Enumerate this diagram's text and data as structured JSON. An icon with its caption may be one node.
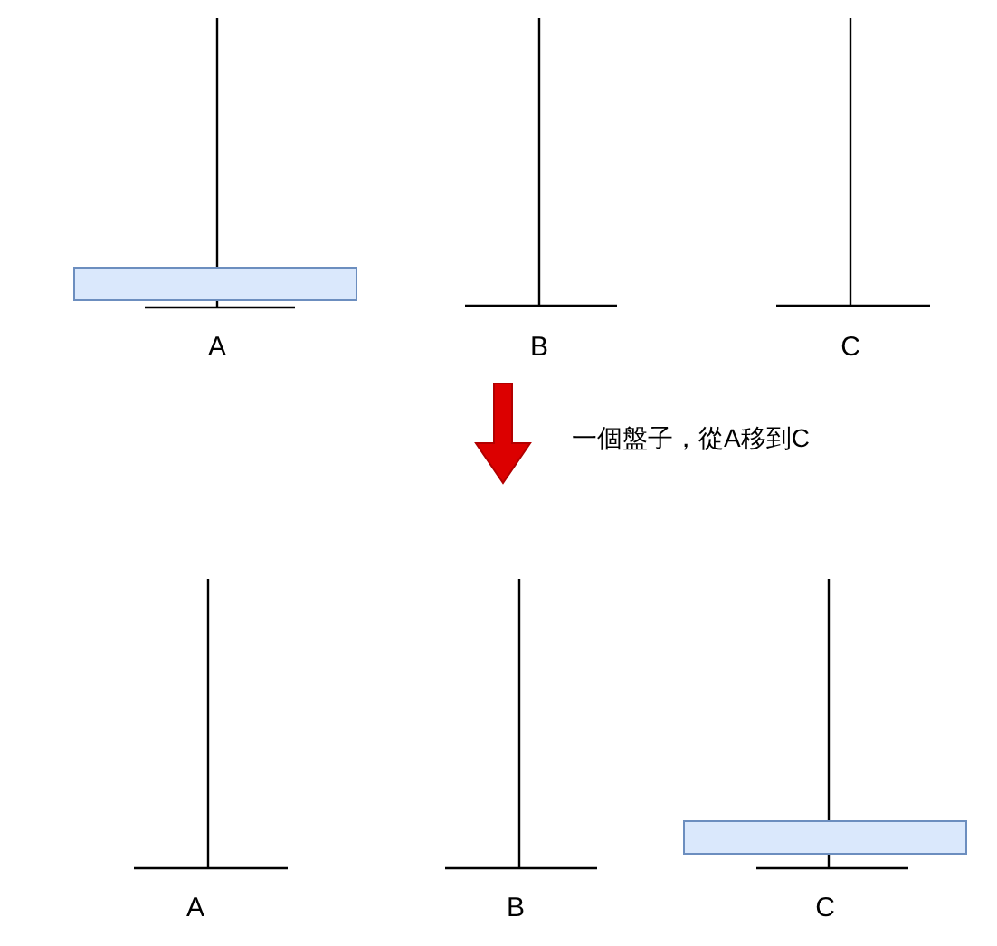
{
  "diagram": {
    "labels": [
      "A",
      "B",
      "C",
      "一個盤子，從A移到C",
      "A",
      "B",
      "C"
    ]
  }
}
